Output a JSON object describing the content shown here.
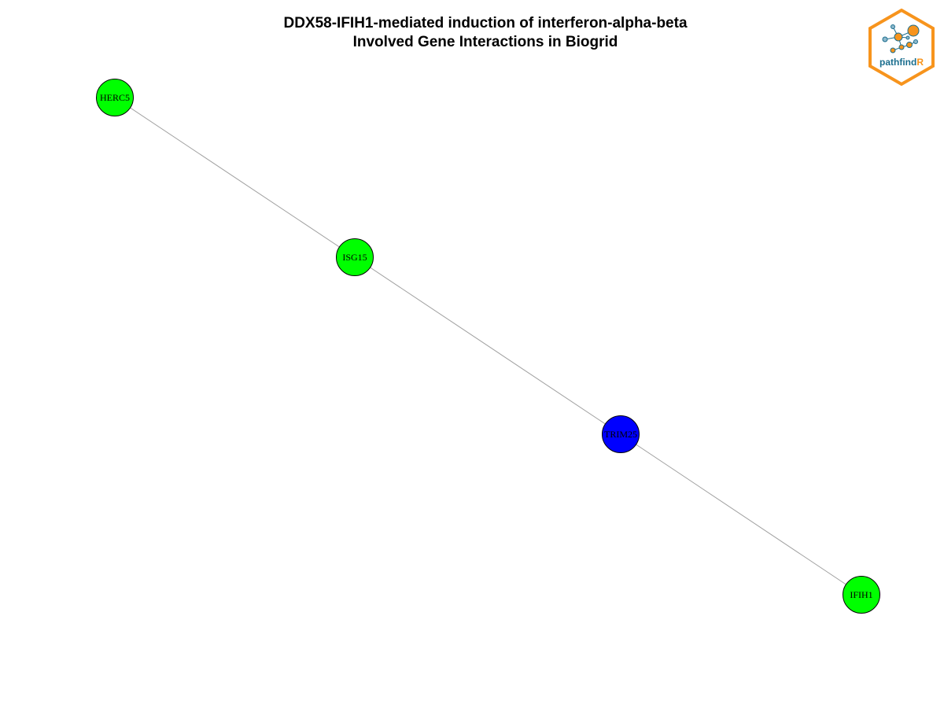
{
  "title": {
    "line1": "DDX58-IFIH1-mediated induction of interferon-alpha-beta",
    "line2": "Involved Gene Interactions in Biogrid"
  },
  "logo": {
    "text_main": "pathfind",
    "text_accent": "R",
    "colors": {
      "border": "#F7941D",
      "text": "#1B6E8E",
      "accent": "#F7941D"
    }
  },
  "colors": {
    "edge": "#A0A0A0",
    "node_stroke": "#000000",
    "node_green": "#00FF00",
    "node_blue": "#0000FF"
  },
  "graph": {
    "nodes": [
      {
        "id": "HERC5",
        "label": "HERC5",
        "color": "#00FF00"
      },
      {
        "id": "ISG15",
        "label": "ISG15",
        "color": "#00FF00"
      },
      {
        "id": "TRIM25",
        "label": "TRIM25",
        "color": "#0000FF"
      },
      {
        "id": "IFIH1",
        "label": "IFIH1",
        "color": "#00FF00"
      }
    ],
    "edges": [
      {
        "source": "HERC5",
        "target": "ISG15"
      },
      {
        "source": "ISG15",
        "target": "TRIM25"
      },
      {
        "source": "TRIM25",
        "target": "IFIH1"
      }
    ]
  }
}
